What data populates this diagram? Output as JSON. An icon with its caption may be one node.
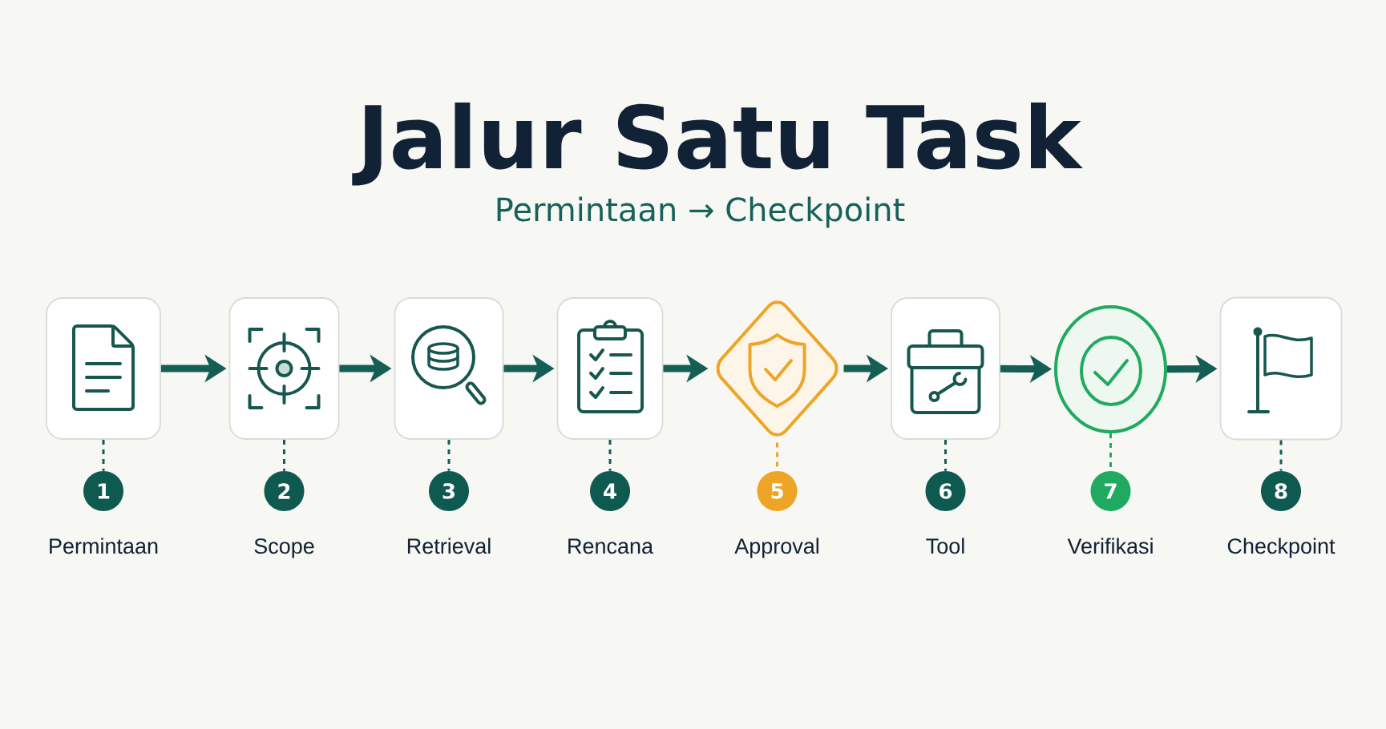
{
  "diagram": {
    "title": "Jalur Satu Task",
    "nodes": [
      {
        "text": [],
        "shape": "box"
      },
      {
        "text": [],
        "shape": "box"
      },
      {
        "text": [],
        "shape": "box"
      },
      {
        "text": [],
        "shape": "box"
      },
      {
        "text": [],
        "shape": "diamond"
      },
      {
        "text": [],
        "shape": "box"
      },
      {
        "text": [],
        "shape": "circle"
      },
      {
        "text": [],
        "shape": "box"
      },
      {
        "text": [
          "1"
        ],
        "beside": [
          "Permintaan"
        ]
      },
      {
        "text": [
          "2"
        ],
        "beside": [
          "Scope"
        ]
      },
      {
        "text": [
          "3"
        ],
        "beside": [
          "Retrieval"
        ]
      },
      {
        "text": [
          "4"
        ],
        "beside": [
          "Rencana"
        ]
      },
      {
        "text": [
          "5"
        ],
        "beside": [
          "Approval"
        ]
      },
      {
        "text": [
          "6"
        ],
        "beside": [
          "Tool"
        ]
      },
      {
        "text": [
          "7"
        ],
        "beside": [
          "Verifikasi"
        ]
      },
      {
        "text": [
          "8"
        ],
        "beside": [
          "Checkpoint"
        ]
      }
    ],
    "edges": [
      {
        "from": 0,
        "to": 1,
        "arrow": "to",
        "style": "thick"
      },
      {
        "from": 1,
        "to": 2,
        "arrow": "to",
        "style": "thick"
      },
      {
        "from": 2,
        "to": 3,
        "arrow": "to",
        "style": "thick"
      },
      {
        "from": 3,
        "to": 4,
        "arrow": "to",
        "style": "thick"
      },
      {
        "from": 4,
        "to": 5,
        "arrow": "to",
        "style": "thick"
      },
      {
        "from": 5,
        "to": 6,
        "arrow": "to",
        "style": "thick"
      },
      {
        "from": 6,
        "to": 7,
        "arrow": "to",
        "style": "thick"
      },
      {
        "from": 0,
        "to": 8,
        "arrow": "none",
        "style": "dashed"
      },
      {
        "from": 1,
        "to": 9,
        "arrow": "none",
        "style": "dashed"
      },
      {
        "from": 2,
        "to": 10,
        "arrow": "none",
        "style": "dashed"
      },
      {
        "from": 3,
        "to": 11,
        "arrow": "none",
        "style": "dashed"
      },
      {
        "from": 4,
        "to": 12,
        "arrow": "none",
        "style": "dashed",
        "color": "#eea526"
      },
      {
        "from": 5,
        "to": 13,
        "arrow": "none",
        "style": "dashed"
      },
      {
        "from": 6,
        "to": 14,
        "arrow": "none",
        "style": "dashed",
        "color": "#1faa5f"
      },
      {
        "from": 7,
        "to": 15,
        "arrow": "none",
        "style": "dashed"
      }
    ],
    "labels": [
      "Permintaan → Checkpoint"
    ]
  }
}
